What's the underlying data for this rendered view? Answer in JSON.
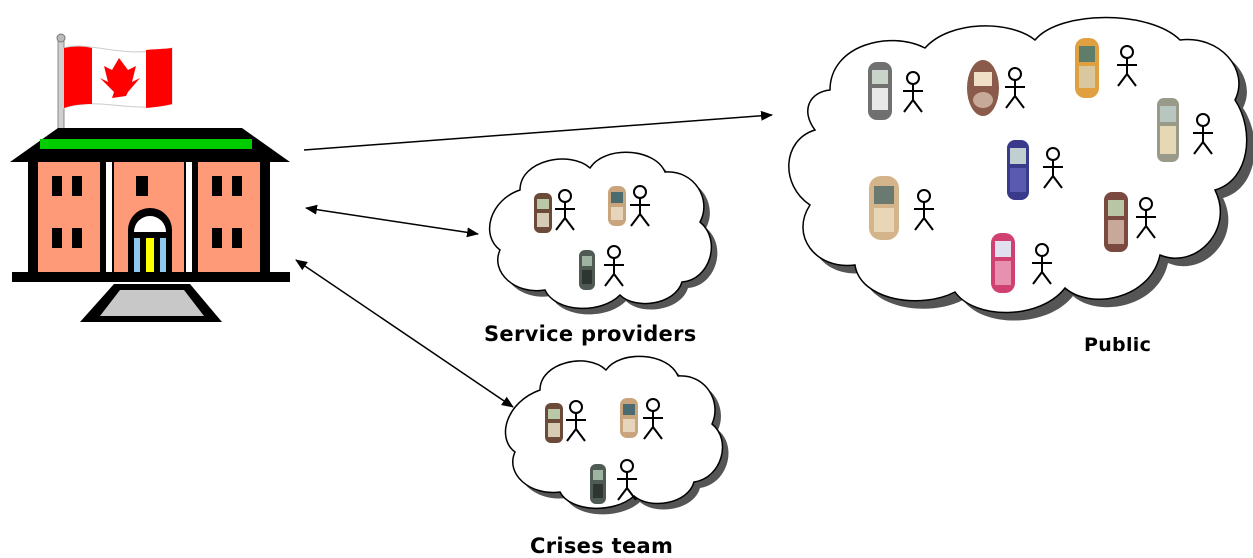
{
  "labels": {
    "service_providers": "Service providers",
    "public": "Public",
    "crises_team": "Crises team"
  },
  "colors": {
    "flag_red": "#ff0000",
    "roof_green": "#00cc00",
    "wall_salmon": "#ff9a78",
    "door_yellow": "#ffff00",
    "door_blue": "#8ecaf0",
    "steps_grey": "#c8c8c8"
  },
  "icons": {
    "government": "government-building-icon",
    "flag": "canada-flag-icon",
    "phone": "mobile-phone-icon",
    "person": "stick-figure-icon"
  }
}
